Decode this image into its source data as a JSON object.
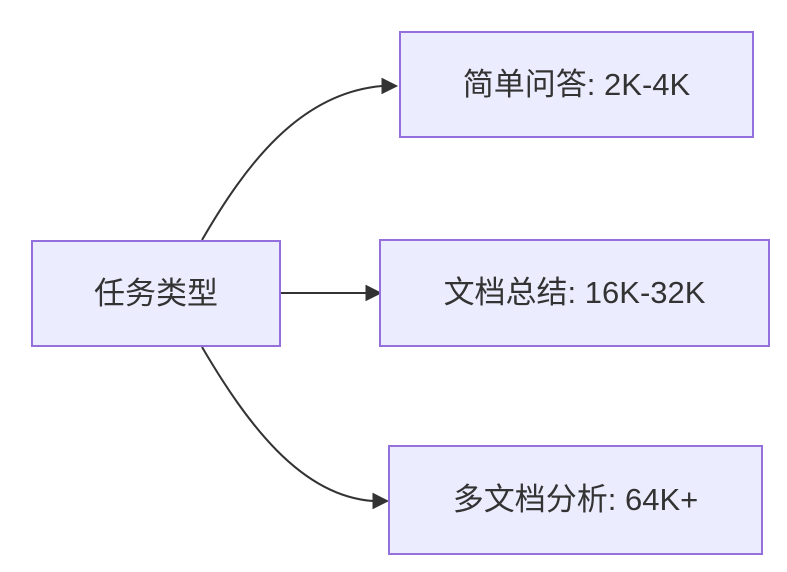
{
  "diagram": {
    "root": {
      "label": "任务类型"
    },
    "branches": [
      {
        "label": "简单问答: 2K-4K"
      },
      {
        "label": "文档总结: 16K-32K"
      },
      {
        "label": "多文档分析: 64K+"
      }
    ],
    "colors": {
      "node_fill": "#ECECFF",
      "node_border": "#9370DB",
      "arrow": "#333333",
      "text": "#333333",
      "canvas_bg": "#FFFFFF"
    }
  }
}
